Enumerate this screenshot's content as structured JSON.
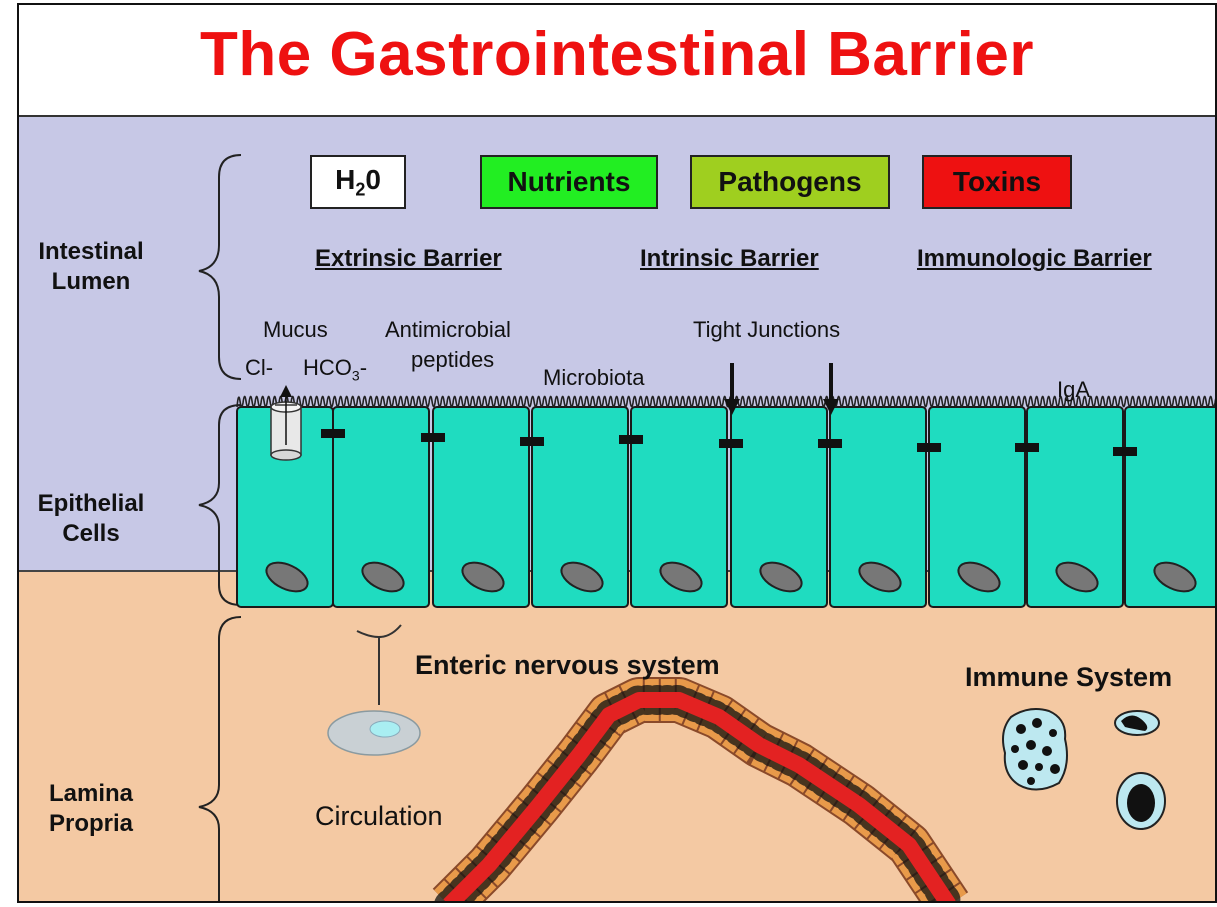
{
  "title": "The Gastrointestinal Barrier",
  "regions": {
    "lumen": "Intestinal\nLumen",
    "epithelial": "Epithelial\nCells",
    "lamina": "Lamina\nPropria"
  },
  "boxes": {
    "h2o_main": "H",
    "h2o_sub": "2",
    "h2o_tail": "0",
    "nutrients": "Nutrients",
    "pathogens": "Pathogens",
    "toxins": "Toxins"
  },
  "barriers": {
    "extrinsic": "Extrinsic Barrier",
    "intrinsic": "Intrinsic Barrier",
    "immunologic": "Immunologic Barrier"
  },
  "labels": {
    "mucus": "Mucus",
    "cl": "Cl-",
    "hco3_main": "HCO",
    "hco3_sub": "3",
    "hco3_tail": "-",
    "antimicrobial": "Antimicrobial",
    "peptides": "peptides",
    "microbiota": "Microbiota",
    "tight_junctions": "Tight Junctions",
    "iga": "IgA",
    "enteric": "Enteric nervous system",
    "immune": "Immune System",
    "circulation": "Circulation"
  },
  "colors": {
    "title": "#ee1111",
    "lumen": "#c7c8e6",
    "lamina": "#f4c9a3",
    "cell": "#1fdcc0",
    "nutrients": "#22ee22",
    "pathogens": "#9fcf1f",
    "toxins": "#ee1111"
  }
}
